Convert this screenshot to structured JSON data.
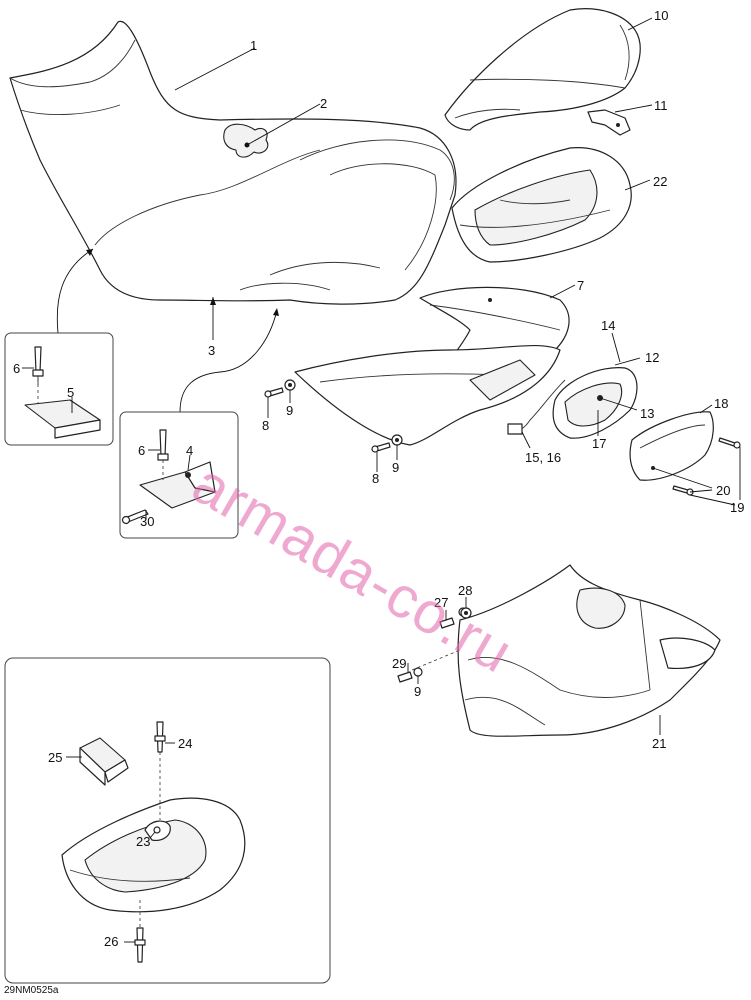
{
  "figure_code": "29NM0525a",
  "watermark": "armada-co.ru",
  "callouts": {
    "c1": "1",
    "c2": "2",
    "c3": "3",
    "c4": "4",
    "c5": "5",
    "c6a": "6",
    "c6b": "6",
    "c7": "7",
    "c8a": "8",
    "c8b": "8",
    "c9a": "9",
    "c9b": "9",
    "c9c": "9",
    "c10": "10",
    "c11": "11",
    "c12": "12",
    "c13": "13",
    "c14": "14",
    "c15_16": "15, 16",
    "c17": "17",
    "c18": "18",
    "c19": "19",
    "c20": "20",
    "c21": "21",
    "c22": "22",
    "c23": "23",
    "c24": "24",
    "c25": "25",
    "c26": "26",
    "c27": "27",
    "c28": "28",
    "c29": "29",
    "c30": "30"
  }
}
